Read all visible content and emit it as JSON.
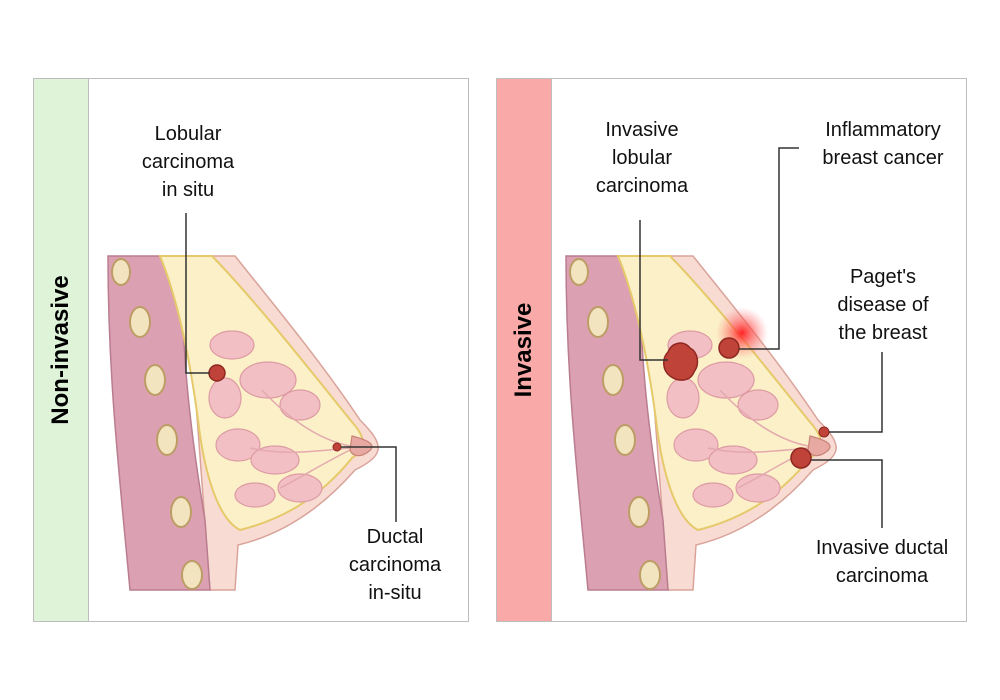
{
  "panels": {
    "left": {
      "title": "Non-invasive"
    },
    "right": {
      "title": "Invasive"
    }
  },
  "labels": {
    "lcis": [
      "Lobular",
      "carcinoma",
      "in situ"
    ],
    "dcis": [
      "Ductal",
      "carcinoma",
      "in-situ"
    ],
    "ilc": [
      "Invasive",
      "lobular",
      "carcinoma"
    ],
    "ibc": [
      "Inflammatory",
      "breast cancer"
    ],
    "paget": [
      "Paget's",
      "disease of",
      "the breast"
    ],
    "idc": [
      "Invasive ductal",
      "carcinoma"
    ]
  },
  "colors": {
    "non_invasive_strip": "#dff3d9",
    "invasive_strip": "#f9a9a7",
    "tumor": "#c0433a",
    "inflammation": "#ff2a2a"
  }
}
